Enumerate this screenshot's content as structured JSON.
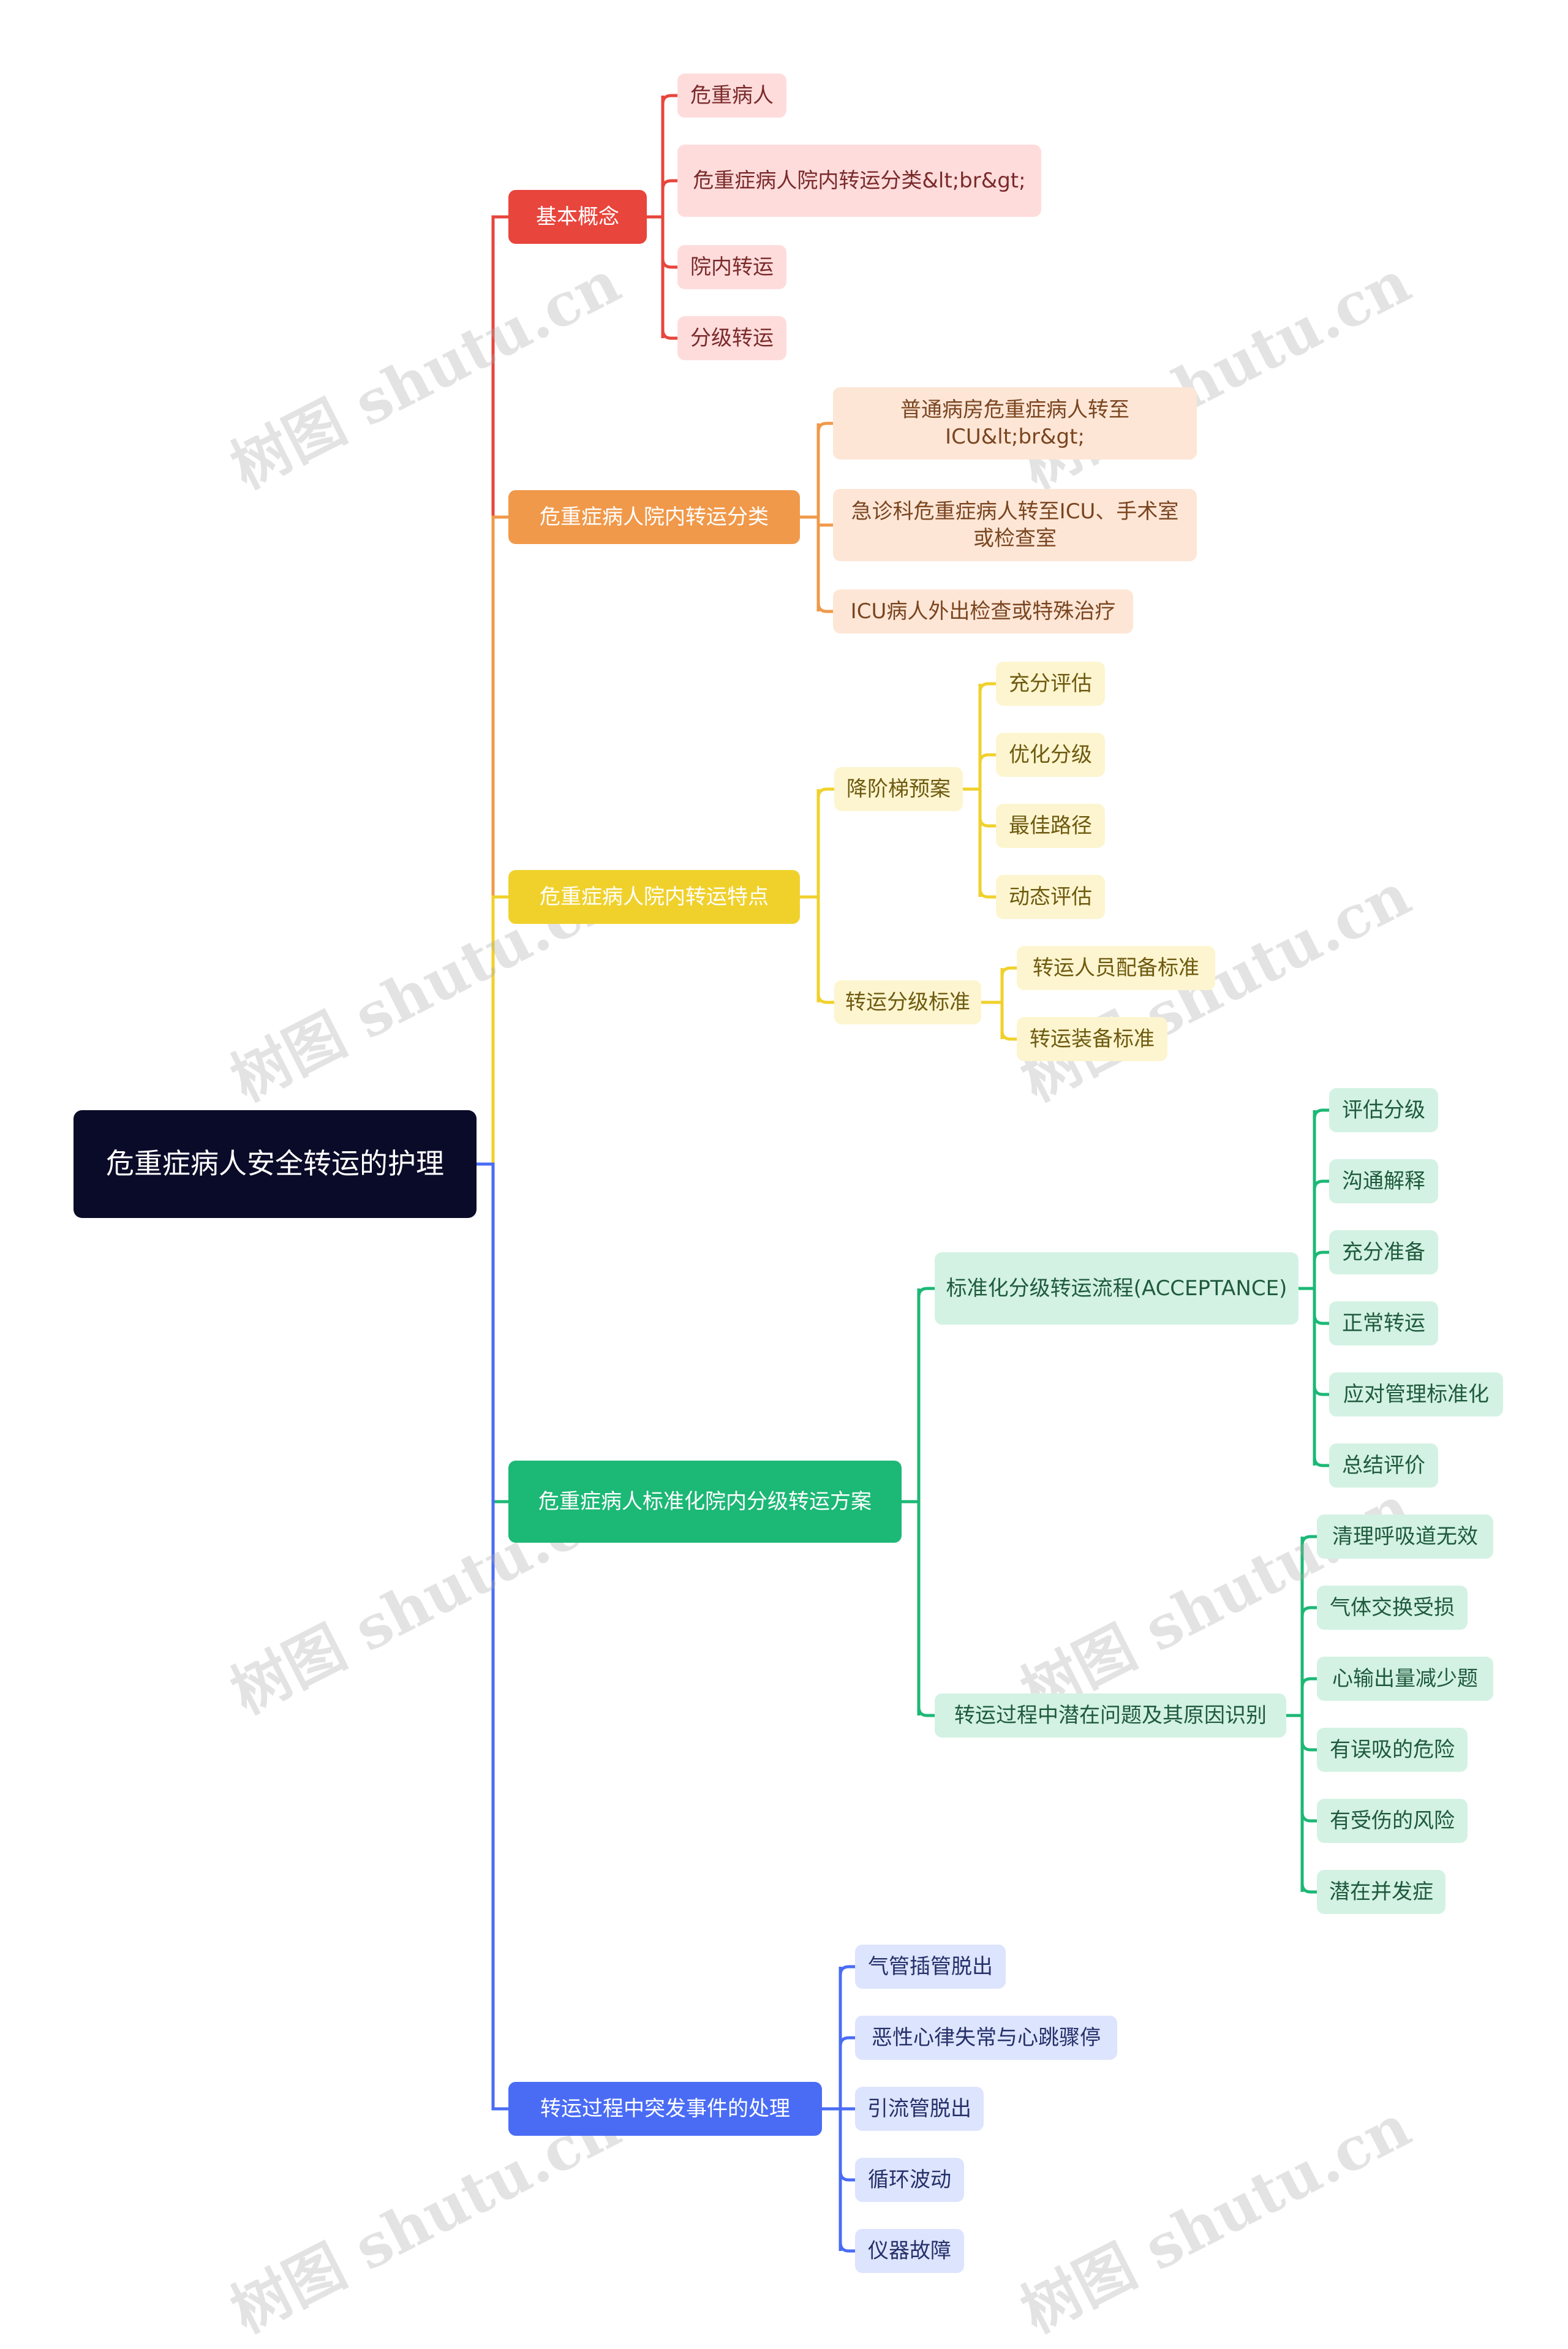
{
  "root": {
    "label": "危重症病人安全转运的护理"
  },
  "branches": [
    {
      "label": "基本概念",
      "color": "#e8453c",
      "bg": "#ffdcdc",
      "text": "#7a2a2a",
      "children": [
        {
          "label": "危重病人"
        },
        {
          "label": "危重症病人院内转运分类&lt;br&gt;"
        },
        {
          "label": "院内转运"
        },
        {
          "label": "分级转运"
        }
      ]
    },
    {
      "label": "危重症病人院内转运分类",
      "color": "#f0994a",
      "bg": "#fde6d6",
      "text": "#7a4520",
      "children": [
        {
          "label": "普通病房危重症病人转至ICU&lt;br&gt;"
        },
        {
          "label": "急诊科危重症病人转至ICU、手术室或检查室"
        },
        {
          "label": "ICU病人外出检查或特殊治疗"
        }
      ]
    },
    {
      "label": "危重症病人院内转运特点",
      "color": "#f0d12c",
      "bg": "#fdf5cf",
      "text": "#6e5a10",
      "children": [
        {
          "label": "降阶梯预案",
          "children": [
            {
              "label": "充分评估"
            },
            {
              "label": "优化分级"
            },
            {
              "label": "最佳路径"
            },
            {
              "label": "动态评估"
            }
          ]
        },
        {
          "label": "转运分级标准",
          "children": [
            {
              "label": "转运人员配备标准"
            },
            {
              "label": "转运装备标准"
            }
          ]
        }
      ]
    },
    {
      "label": "危重症病人标准化院内分级转运方案",
      "color": "#1cb876",
      "bg": "#d3f2e3",
      "text": "#1f5a3d",
      "children": [
        {
          "label": "标准化分级转运流程(ACCEPTANCE)",
          "children": [
            {
              "label": "评估分级"
            },
            {
              "label": "沟通解释"
            },
            {
              "label": "充分准备"
            },
            {
              "label": "正常转运"
            },
            {
              "label": "应对管理标准化"
            },
            {
              "label": "总结评价"
            }
          ]
        },
        {
          "label": "转运过程中潜在问题及其原因识别",
          "children": [
            {
              "label": "清理呼吸道无效"
            },
            {
              "label": "气体交换受损"
            },
            {
              "label": "心输出量减少题"
            },
            {
              "label": "有误吸的危险"
            },
            {
              "label": "有受伤的风险"
            },
            {
              "label": "潜在并发症"
            }
          ]
        }
      ]
    },
    {
      "label": "转运过程中突发事件的处理",
      "color": "#4a6cf5",
      "bg": "#dde4fd",
      "text": "#25306a",
      "children": [
        {
          "label": "气管插管脱出"
        },
        {
          "label": "恶性心律失常与心跳骤停"
        },
        {
          "label": "引流管脱出"
        },
        {
          "label": "循环波动"
        },
        {
          "label": "仪器故障"
        }
      ]
    }
  ],
  "watermark": "树图 shutu.cn",
  "root_link_color": "#4a6cf5"
}
